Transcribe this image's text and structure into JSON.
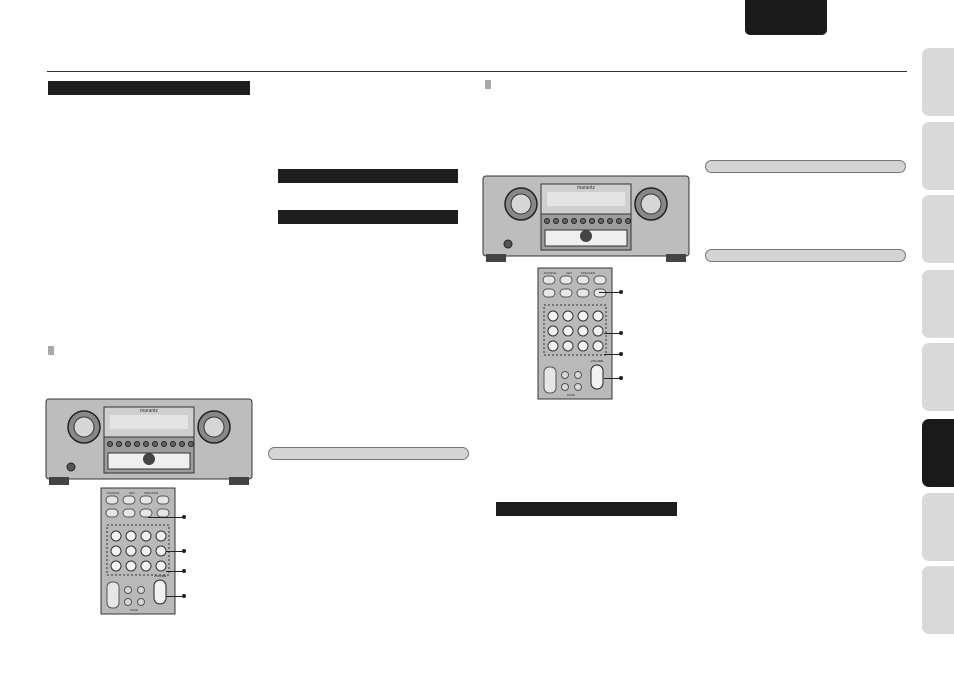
{
  "colors": {
    "heading_bar": "#1e1e1e",
    "pill_fill": "#d4d4d4",
    "tab_inactive": "#d9d9d9",
    "tab_active": "#1a1a1a",
    "divider": "#333333"
  },
  "panel": {
    "brand": "marantz"
  },
  "remote": {
    "row1_labels": [
      "SOURCE",
      "SET",
      "SPEAKER"
    ],
    "volume_label": "VOLUME",
    "page_label": "PAGE"
  },
  "side_tabs": {
    "count": 8,
    "active_index": 5
  }
}
